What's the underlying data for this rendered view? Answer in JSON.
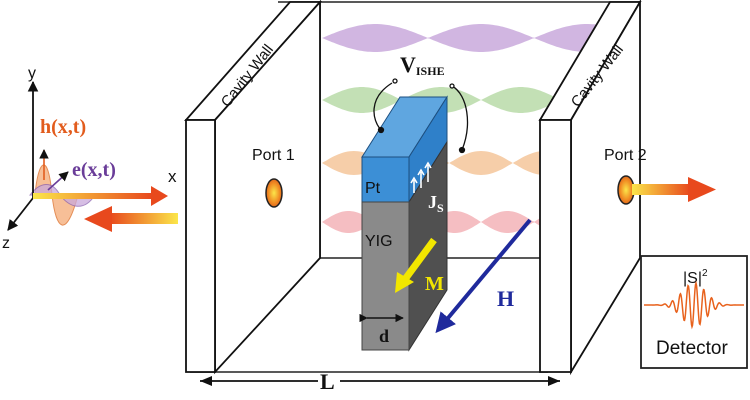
{
  "coordinate_axes": {
    "x_label": "x",
    "y_label": "y",
    "z_label": "z"
  },
  "fields": {
    "magnetic_field_label": "h(x,t)",
    "electric_field_label": "e(x,t)"
  },
  "cavity": {
    "left_wall_label": "Cavity Wall",
    "right_wall_label": "Cavity Wall",
    "port1_label": "Port 1",
    "port2_label": "Port 2",
    "length_label": "L"
  },
  "sample": {
    "top_layer_label": "Pt",
    "bottom_layer_label": "YIG",
    "voltage_label_main": "V",
    "voltage_label_sub": "ISHE",
    "current_label_main": "J",
    "current_label_sub": "S",
    "magnetization_label": "M",
    "thickness_label": "d"
  },
  "external_field_label": "H",
  "detector": {
    "signal_label": "|S|",
    "signal_exponent": "2",
    "title": "Detector"
  },
  "colors": {
    "mode_purple": "#c9a9dc",
    "mode_green": "#b9dba8",
    "mode_orange": "#f5c59a",
    "mode_red": "#f3b3b7",
    "pt_blue": "#2f80c9",
    "yig_gray": "#8a8a8a",
    "field_blue": "#1f2a9c",
    "magnetization_yellow": "#f2e600",
    "h_label_color": "#e25c1d",
    "e_label_color": "#6a3d99",
    "detector_signal": "#e8621d"
  }
}
